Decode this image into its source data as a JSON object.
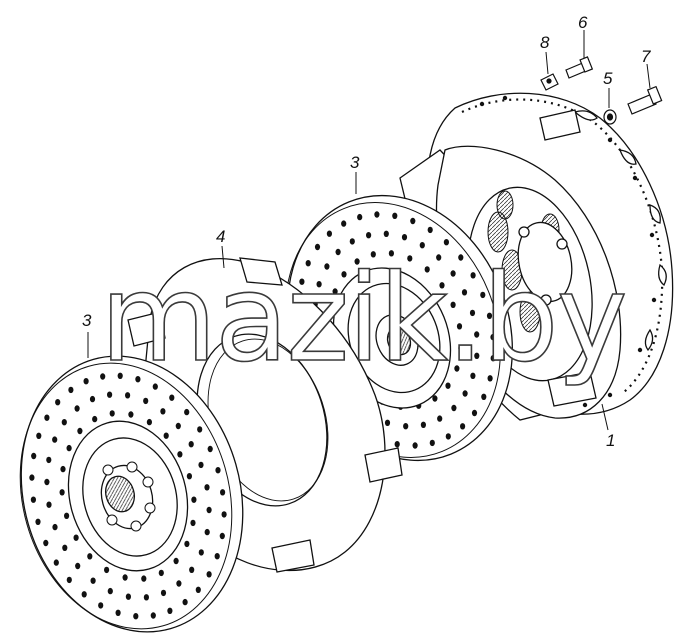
{
  "diagram": {
    "callouts": [
      {
        "id": "1",
        "label": "1"
      },
      {
        "id": "3a",
        "label": "3"
      },
      {
        "id": "3b",
        "label": "3"
      },
      {
        "id": "4",
        "label": "4"
      },
      {
        "id": "5",
        "label": "5"
      },
      {
        "id": "6",
        "label": "6"
      },
      {
        "id": "7",
        "label": "7"
      },
      {
        "id": "8",
        "label": "8"
      }
    ],
    "watermark": "mazik.by"
  },
  "colors": {
    "line": "#111111",
    "paper": "#ffffff"
  }
}
